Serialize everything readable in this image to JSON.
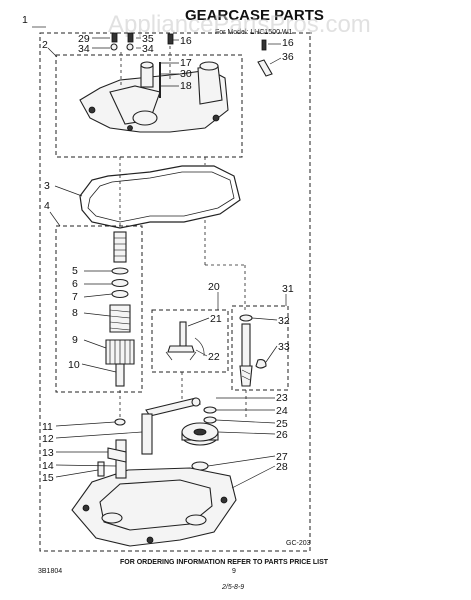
{
  "header": {
    "title": "GEARCASE PARTS",
    "subtitle": "For Model: LHC1500 W1",
    "watermark": "AppliancePartsPros.com"
  },
  "callouts": [
    "1",
    "2",
    "3",
    "4",
    "5",
    "6",
    "7",
    "8",
    "9",
    "10",
    "11",
    "12",
    "13",
    "14",
    "15",
    "16",
    "17",
    "18",
    "20",
    "21",
    "22",
    "23",
    "24",
    "25",
    "26",
    "27",
    "28",
    "29",
    "30",
    "31",
    "32",
    "33",
    "34",
    "35",
    "36"
  ],
  "labels": {
    "diagram_code": "GC-203",
    "footer_note": "FOR ORDERING INFORMATION REFER TO PARTS PRICE LIST",
    "page_number": "9",
    "doc_code": "3B1804",
    "handwritten_date": "2/5-8-9"
  },
  "colors": {
    "line": "#222222",
    "paper": "#ffffff",
    "watermark": "#c9c9c9"
  }
}
